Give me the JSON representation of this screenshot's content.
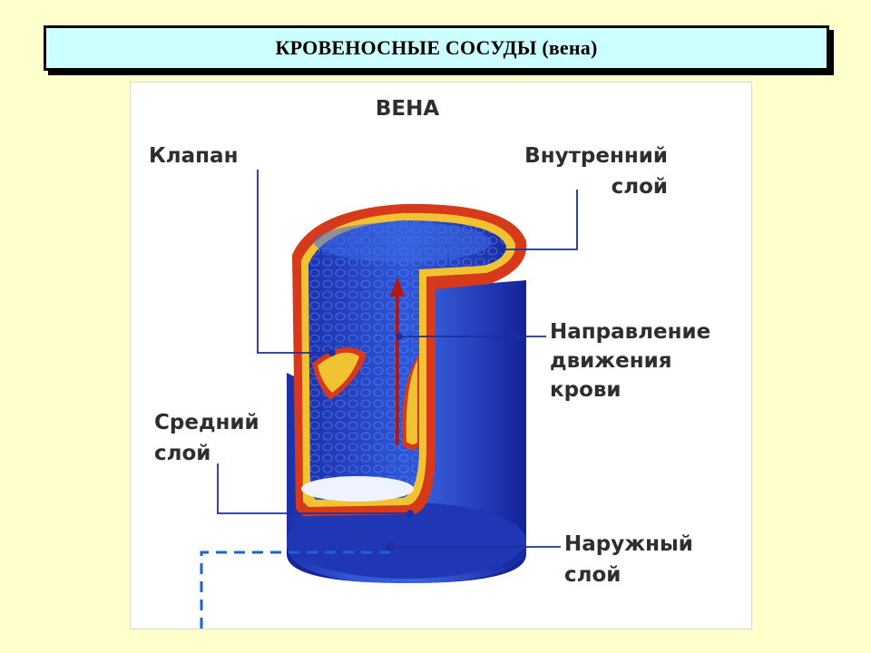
{
  "header": {
    "title": "КРОВЕНОСНЫЕ СОСУДЫ (вена)"
  },
  "diagram": {
    "heading": "ВЕНА",
    "labels": {
      "valve": "Клапан",
      "inner_line1": "Внутренний",
      "inner_line2": "слой",
      "flow_line1": "Направление",
      "flow_line2": "движения",
      "flow_line3": "крови",
      "middle_line1": "Средний",
      "middle_line2": "слой",
      "outer_line1": "Наружный",
      "outer_line2": "слой"
    },
    "colors": {
      "vein_blue": "#2b4fd0",
      "vein_dark": "#13259a",
      "middle_layer": "#d63a1a",
      "inner_layer": "#f1c232",
      "arrow": "#b01818",
      "leader": "#1f2f9e",
      "dashed": "#1e62d6"
    }
  }
}
